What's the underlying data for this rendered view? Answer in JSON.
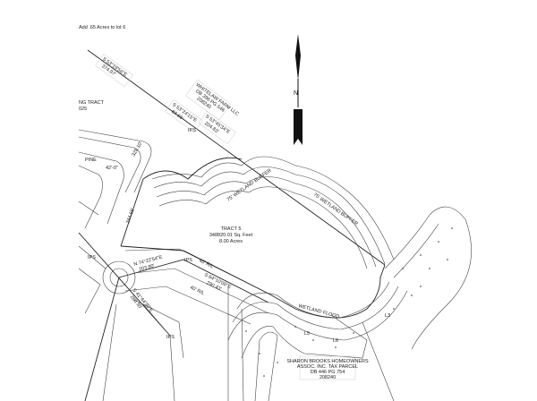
{
  "title": "Add .65 Acres to lot 6",
  "north_arrow": {
    "letter": "N"
  },
  "adjoining_tract": {
    "line1": "NG TRACT",
    "line2": "025"
  },
  "owner_north": {
    "line1": "WHITELAW FARM LLC",
    "line2": "DB 396 PG 546",
    "line3": "208240"
  },
  "owner_south": {
    "line1": "SHARON BROOKS HOMEOWNERS",
    "line2": "ASSOC. INC. TAX PARCEL",
    "line3": "DB 446 PG 754",
    "line4": "208240"
  },
  "tract": {
    "name": "TRACT 5",
    "area_sqft": "348820.01 Sq. Feet",
    "area_acres": "8.00 Acres"
  },
  "bearings": [
    {
      "bearing": "S 53°19'56\"E",
      "distance": "374.97'"
    },
    {
      "bearing": "S 53°24'15\"E",
      "distance": "84.66'"
    },
    {
      "bearing": "S 53°45'34\"E",
      "distance": "204.83'"
    },
    {
      "bearing": "S 64°10'00\"E",
      "distance": "290.43'"
    },
    {
      "bearing": "N 74°22'54\"E",
      "distance": "203.80'"
    },
    {
      "bearing": "S 41°44'30\"E",
      "distance": "280.30'"
    }
  ],
  "markers": {
    "ips": "IPS",
    "pine": "PINE",
    "road_width": "42'-0\"",
    "row": "40' R/L",
    "buffer": "75' WETLAND BUFFER",
    "flood": "WETLAND FLOOD",
    "l3": "L3",
    "l5": "L5",
    "l6": "L6",
    "dist_side": "328.10'",
    "dist_left": "344.68'"
  }
}
